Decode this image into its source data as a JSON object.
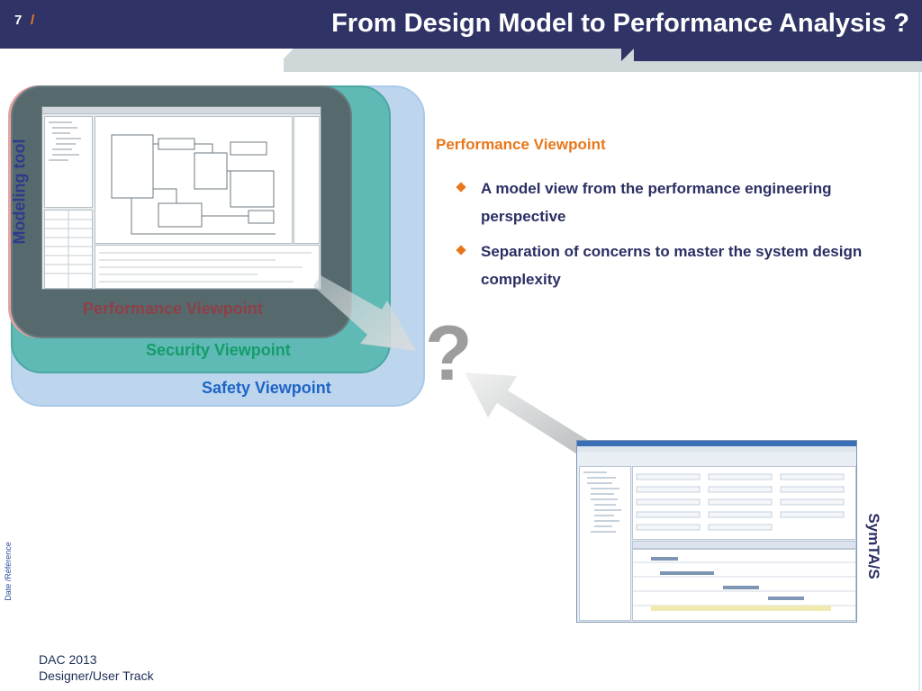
{
  "header": {
    "slide_number": "7",
    "separator": "/",
    "title": "From Design Model to Performance Analysis ?"
  },
  "viewpoints": {
    "performance": "Performance Viewpoint",
    "security": "Security Viewpoint",
    "safety": "Safety Viewpoint",
    "modeling_tool_label": "Modeling tool"
  },
  "center": {
    "question_mark": "?"
  },
  "right_panel": {
    "heading": "Performance Viewpoint",
    "bullets": [
      "A model view from the performance engineering perspective",
      "Separation of concerns to master the system design  complexity"
    ],
    "tool_label": "SymTA/S"
  },
  "side": {
    "date_reference": "Date /Référence"
  },
  "footer": {
    "line1": "DAC 2013",
    "line2": "Designer/User Track"
  },
  "colors": {
    "header_bg": "#2f3366",
    "accent_orange": "#e8771b",
    "performance_label": "#8e4048",
    "security_label": "#169c6b",
    "safety_label": "#1f64c5"
  }
}
